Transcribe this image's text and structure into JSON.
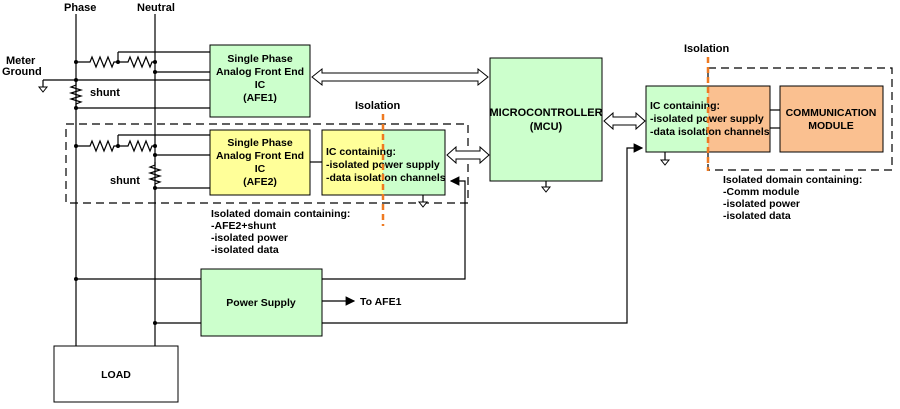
{
  "labels": {
    "phase": "Phase",
    "neutral": "Neutral",
    "meter_ground_1": "Meter",
    "meter_ground_2": "Ground",
    "shunt_top": "shunt",
    "shunt_bottom": "shunt",
    "isolation_left": "Isolation",
    "isolation_right": "Isolation",
    "to_afe1": "To AFE1"
  },
  "blocks": {
    "afe1": [
      "Single Phase",
      "Analog Front End",
      "IC",
      "(AFE1)"
    ],
    "afe2": [
      "Single Phase",
      "Analog Front End",
      "IC",
      "(AFE2)"
    ],
    "iso_ic_left": [
      "IC containing:",
      "-isolated power supply",
      "-data isolation channels"
    ],
    "mcu": [
      "MICROCONTROLLER",
      "(MCU)"
    ],
    "iso_ic_right": [
      "IC containing:",
      "-isolated power supply",
      "-data isolation channels"
    ],
    "comm": [
      "COMMUNICATION",
      "MODULE"
    ],
    "power_supply": "Power Supply",
    "load": "LOAD"
  },
  "notes": {
    "left_domain": [
      "Isolated domain containing:",
      "-AFE2+shunt",
      "-isolated power",
      "-isolated data"
    ],
    "right_domain": [
      "Isolated domain containing:",
      "-Comm module",
      "-isolated power",
      "-isolated data"
    ]
  },
  "colors": {
    "green": "#ccffcc",
    "yellow": "#ffff99",
    "orange": "#fac090",
    "isolation": "#ee7a22"
  }
}
